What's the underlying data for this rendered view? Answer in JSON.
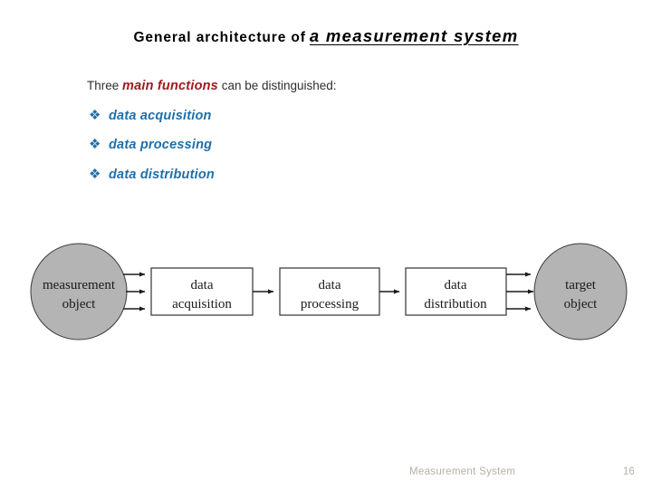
{
  "title": {
    "plain": "General  architecture  of",
    "emphasis": "a  measurement  system"
  },
  "intro": {
    "prefix": "Three ",
    "strong": "main functions",
    "suffix": " can be distinguished:"
  },
  "bullets": {
    "marker": "❖",
    "items": [
      {
        "label": "data acquisition"
      },
      {
        "label": "data processing"
      },
      {
        "label": "data distribution"
      }
    ]
  },
  "diagram": {
    "nodes": [
      {
        "id": "measurement-object",
        "shape": "ellipse",
        "line1": "measurement",
        "line2": "object"
      },
      {
        "id": "data-acquisition",
        "shape": "rect",
        "line1": "data",
        "line2": "acquisition"
      },
      {
        "id": "data-processing",
        "shape": "rect",
        "line1": "data",
        "line2": "processing"
      },
      {
        "id": "data-distribution",
        "shape": "rect",
        "line1": "data",
        "line2": "distribution"
      },
      {
        "id": "target-object",
        "shape": "ellipse",
        "line1": "target",
        "line2": "object"
      }
    ]
  },
  "footer": {
    "note": "Measurement System",
    "page": "16"
  },
  "colors": {
    "accent_blue": "#1f6fa8",
    "accent_red": "#9e1b20",
    "node_fill": "#b3b3b3",
    "footer_gray": "#b6b1a6"
  }
}
